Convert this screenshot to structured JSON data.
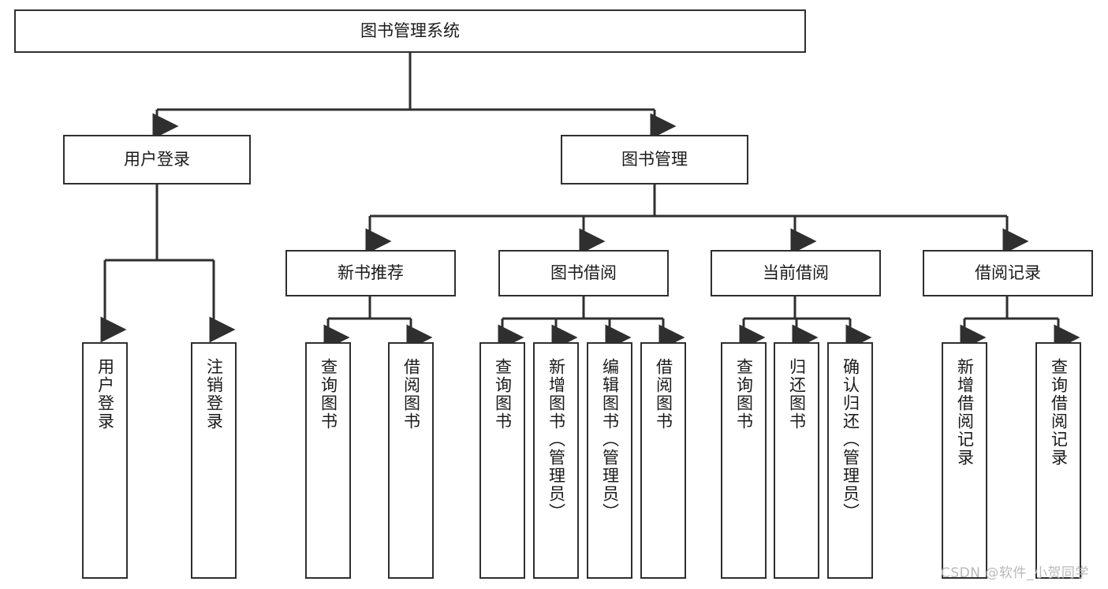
{
  "diagram": {
    "title": "图书管理系统",
    "type": "tree-hierarchy-diagram",
    "root": {
      "label": "图书管理系统"
    },
    "level1": [
      {
        "label": "用户登录"
      },
      {
        "label": "图书管理"
      }
    ],
    "level2": [
      {
        "label": "新书推荐"
      },
      {
        "label": "图书借阅"
      },
      {
        "label": "当前借阅"
      },
      {
        "label": "借阅记录"
      }
    ],
    "leaves": {
      "user_login": [
        {
          "label": "用户登录"
        },
        {
          "label": "注销登录"
        }
      ],
      "new_book_recommend": [
        {
          "label": "查询图书"
        },
        {
          "label": "借阅图书"
        }
      ],
      "book_borrow": [
        {
          "label": "查询图书"
        },
        {
          "label": "新增图书（管理员）"
        },
        {
          "label": "编辑图书（管理员）"
        },
        {
          "label": "借阅图书"
        }
      ],
      "current_borrow": [
        {
          "label": "查询图书"
        },
        {
          "label": "归还图书"
        },
        {
          "label": "确认归还（管理员）"
        }
      ],
      "borrow_records": [
        {
          "label": "新增借阅记录"
        },
        {
          "label": "查询借阅记录"
        }
      ]
    }
  },
  "watermark": {
    "text": "CSDN @软件_小贺同学"
  },
  "colors": {
    "border": "#2f2f2f",
    "background": "#ffffff",
    "text": "#1a1a1a",
    "watermark": "#b9b9b9"
  }
}
